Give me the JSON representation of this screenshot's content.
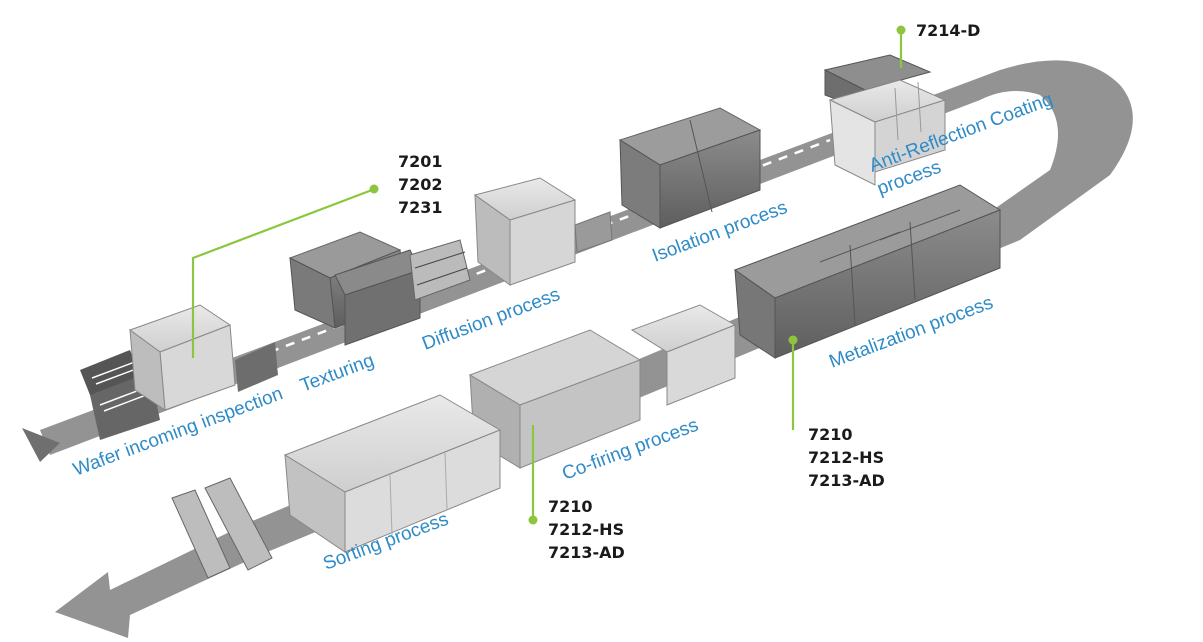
{
  "processes": {
    "wafer_incoming_inspection": "Wafer incoming inspection",
    "texturing": "Texturing",
    "diffusion": "Diffusion process",
    "isolation": "Isolation process",
    "anti_reflection_line1": "Anti-Reflection Coating",
    "anti_reflection_line2": "process",
    "metalization": "Metalization process",
    "co_firing": "Co-firing process",
    "sorting": "Sorting process"
  },
  "callouts": {
    "inspection": [
      "7201",
      "7202",
      "7231"
    ],
    "anti_reflection": [
      "7214-D"
    ],
    "metalization": [
      "7210",
      "7212-HS",
      "7213-AD"
    ],
    "co_firing": [
      "7210",
      "7212-HS",
      "7213-AD"
    ]
  },
  "colors": {
    "process_text": "#2e8bc7",
    "callout_line": "#8cc63f",
    "track": "#8a8a8a"
  }
}
